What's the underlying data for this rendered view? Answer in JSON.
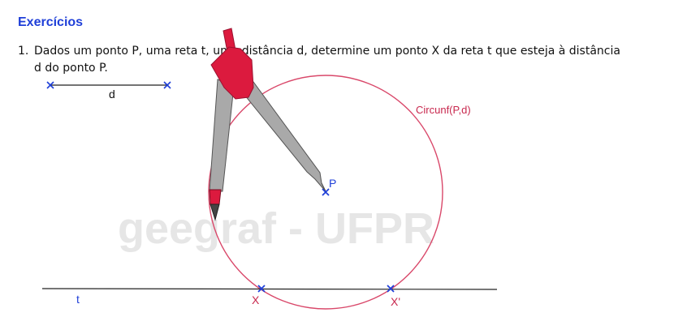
{
  "heading": "Exercícios",
  "exercise": {
    "number": "1.",
    "line1": "Dados um ponto P, uma reta t, uma distância d, determine um ponto X da reta t que esteja à distância",
    "line2": "d do ponto P."
  },
  "watermark": "geegraf - UFPR",
  "labels": {
    "segment": "d",
    "point_p": "P",
    "circle": "Circunf(P,d)",
    "line": "t",
    "point_x": "X",
    "point_x2": "X'"
  },
  "colors": {
    "circle": "#d9486a",
    "points": "#1f3fd8",
    "compass_head": "#dc1a3e",
    "compass_legs": "#a9a9a9",
    "watermark": "#e6e6e6"
  }
}
